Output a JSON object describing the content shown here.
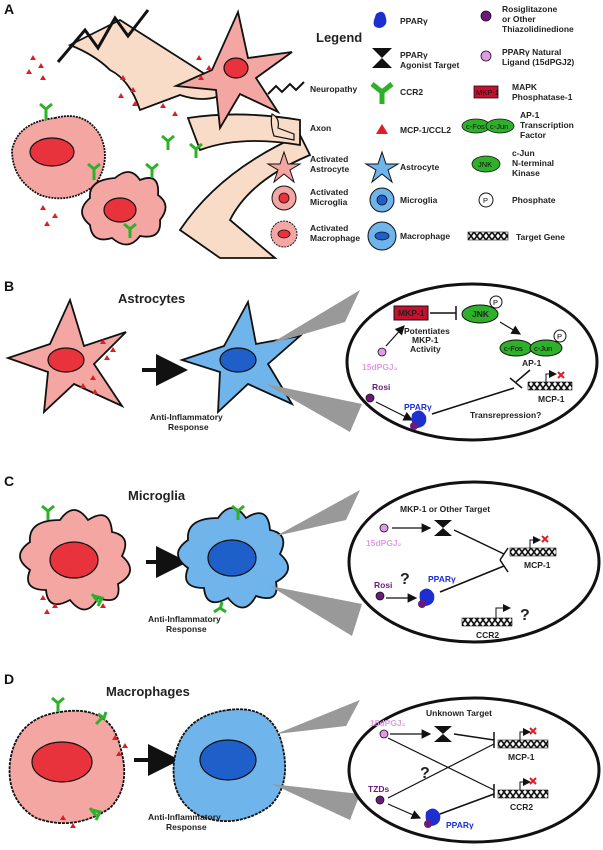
{
  "panels": {
    "a": {
      "letter": "A",
      "legend_title": "Legend"
    },
    "b": {
      "letter": "B",
      "title": "Astrocytes",
      "response": "Anti-Inflammatory\nResponse"
    },
    "c": {
      "letter": "C",
      "title": "Microglia",
      "response": "Anti-Inflammatory\nResponse"
    },
    "d": {
      "letter": "D",
      "title": "Macrophages",
      "response": "Anti-Inflammatory\nResponse"
    }
  },
  "legend": {
    "neuropathy": "Neuropathy",
    "axon": "Axon",
    "activated_astrocyte": "Activated\nAstrocyte",
    "activated_microglia": "Activated\nMicroglia",
    "activated_macrophage": "Activated\nMacrophage",
    "pparg": "PPARγ",
    "agonist_target": "PPARγ\nAgonist Target",
    "ccr2": "CCR2",
    "mcp1_ccl2": "MCP-1/CCL2",
    "astrocyte": "Astrocyte",
    "microglia": "Microglia",
    "macrophage": "Macrophage",
    "rosi": "Rosiglitazone\nor Other\nThiazolidinedione",
    "natural_ligand": "PPARγ Natural\nLigand (15dPGJ2)",
    "mkp": "MAPK\nPhosphatase-1",
    "ap1": "AP-1\nTranscription\nFactor",
    "jnk": "c-Jun\nN-terminal\nKinase",
    "phosphate": "Phosphate",
    "target_gene": "Target Gene",
    "mkp_box": "MKP-1",
    "cfos": "c-Fos",
    "cjun": "c-Jun",
    "jnk_oval": "JNK",
    "p": "P"
  },
  "b_detail": {
    "mkp1": "MKP-1",
    "jnk": "JNK",
    "p": "P",
    "potentiates": "Potentiates\nMKP-1\nActivity",
    "cfos": "c-Fos",
    "cjun": "c-Jun",
    "ap1": "AP-1",
    "pgj": "15dPGJ₂",
    "rosi": "Rosi",
    "pparg": "PPARγ",
    "mcp1": "MCP-1",
    "transrepression": "Transrepression?"
  },
  "c_detail": {
    "target": "MKP-1 or Other Target",
    "pgj": "15dPGJ₂",
    "rosi": "Rosi",
    "question": "?",
    "pparg": "PPARγ",
    "mcp1": "MCP-1",
    "ccr2": "CCR2",
    "question2": "?"
  },
  "d_detail": {
    "target": "Unknown Target",
    "pgj": "15dPGJ₂",
    "question": "?",
    "tzds": "TZDs",
    "pparg": "PPARγ",
    "mcp1": "MCP-1",
    "ccr2": "CCR2"
  },
  "colors": {
    "activated": "#f4a6a2",
    "nucleus_red": "#e8323c",
    "resting": "#6fb4ea",
    "nucleus_blue": "#1f5fc9",
    "axon": "#f8dcc8",
    "green": "#2fb02a",
    "mkp_red": "#c8102e",
    "purple": "#6a1b7a",
    "lilac": "#e39ae6",
    "pparg_blue": "#1e2fd0"
  }
}
